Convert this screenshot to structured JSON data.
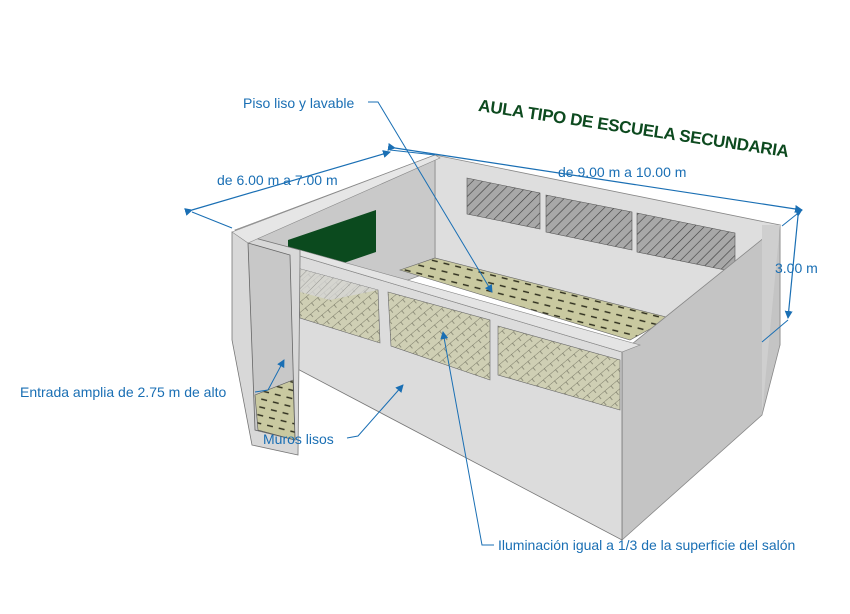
{
  "diagram": {
    "title": "AULA TIPO DE ESCUELA SECUNDARIA",
    "colors": {
      "annotation_blue": "#1a6fb4",
      "title_green": "#0d4a1f",
      "chalkboard_green": "#0b4a1e",
      "wall_light": "#dcdcdc",
      "wall_shade": "#c4c4c4",
      "floor_tile": "#c9c9a0",
      "window_hatch": "#9a9a9a"
    },
    "dimensions": {
      "width": "de 6.00 m a 7.00 m",
      "length": "de 9.00 m a 10.00 m",
      "height": "3.00 m"
    },
    "callouts": {
      "floor": "Piso liso y lavable",
      "entrance": "Entrada amplia de 2.75 m de alto",
      "walls": "Muros lisos",
      "lighting": "Iluminación igual a 1/3 de la superficie del salón"
    },
    "elements": [
      "chalkboard",
      "entrance-door",
      "high-windows-back-wall",
      "front-windows",
      "tiled-floor"
    ]
  }
}
